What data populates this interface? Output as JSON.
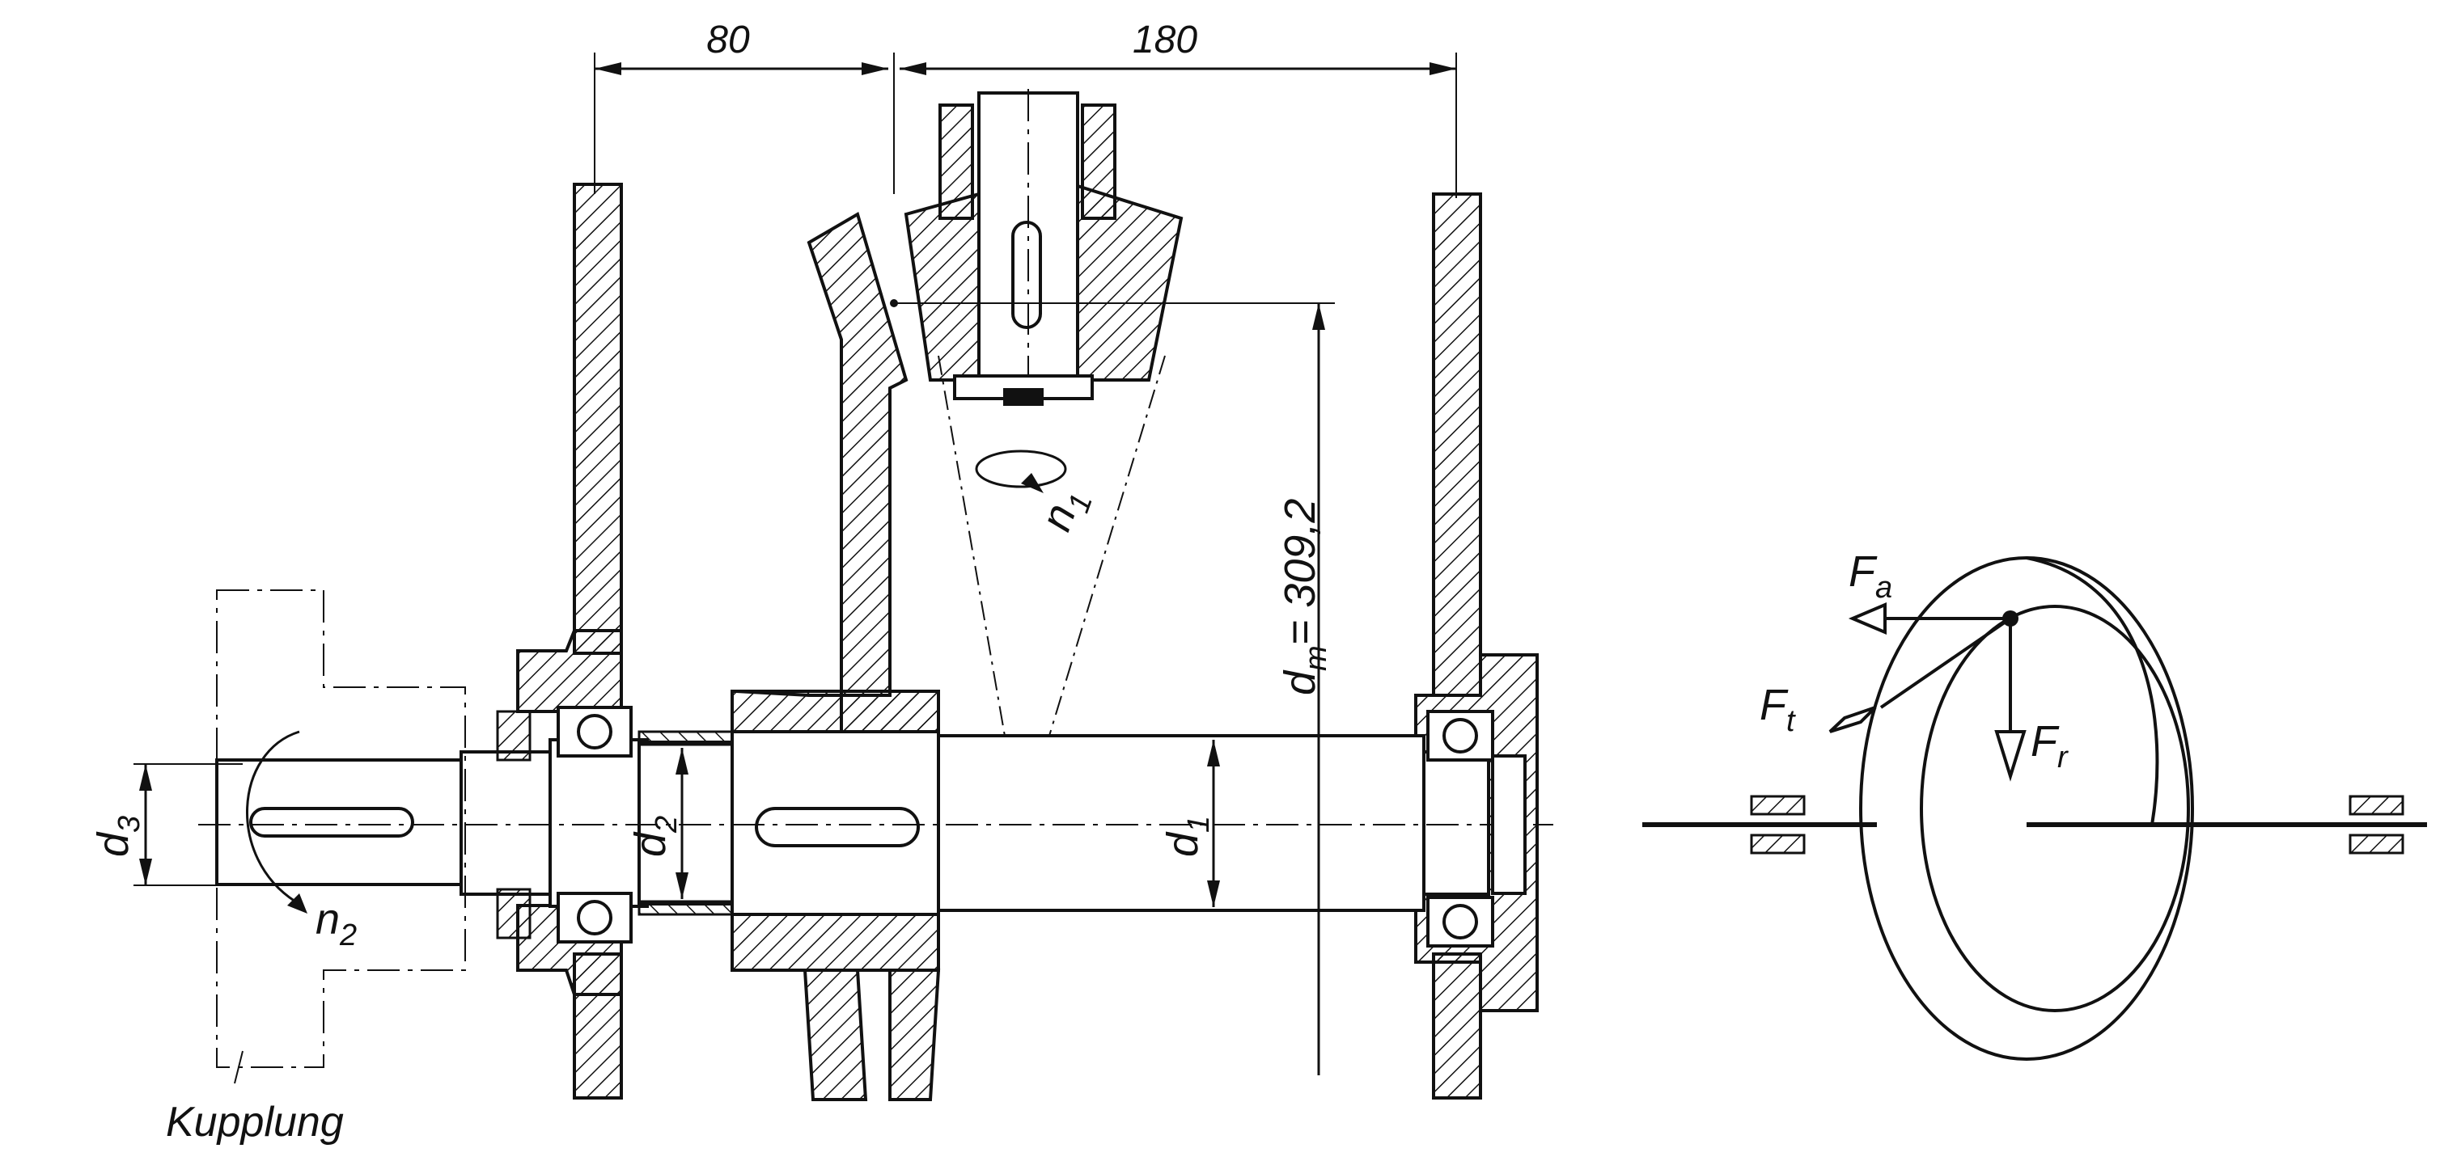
{
  "dimensions": {
    "left_span": "80",
    "right_span": "180",
    "mean_diameter": "d",
    "mean_diameter_sub": "m",
    "mean_diameter_value": "= 309,2"
  },
  "labels": {
    "d1_main": "d",
    "d1_sub": "1",
    "d2_main": "d",
    "d2_sub": "2",
    "d3_main": "d",
    "d3_sub": "3",
    "n1_main": "n",
    "n1_sub": "1",
    "n2_main": "n",
    "n2_sub": "2",
    "coupling": "Kupplung"
  },
  "forces": {
    "fa_main": "F",
    "fa_sub": "a",
    "ft_main": "F",
    "ft_sub": "t",
    "fr_main": "F",
    "fr_sub": "r"
  }
}
